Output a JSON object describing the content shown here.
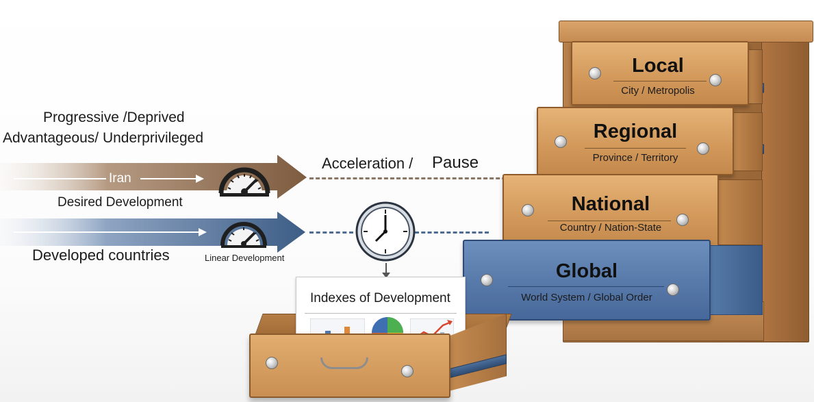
{
  "left_labels": {
    "line1": "Progressive /Deprived",
    "line2": "Advantageous/ Underprivileged"
  },
  "arrows": {
    "top": {
      "label": "Iran",
      "caption": "Desired Development",
      "color": "#8a6a50"
    },
    "bottom": {
      "label": "Developed countries",
      "caption": "Linear Development",
      "color": "#3e5e86"
    }
  },
  "center": {
    "acceleration": "Acceleration /",
    "pause": "Pause"
  },
  "indexes": {
    "title": "Indexes of Development"
  },
  "drawers": [
    {
      "title": "Local",
      "subtitle": "City / Metropolis",
      "color": "#d39a5c"
    },
    {
      "title": "Regional",
      "subtitle": "Province / Territory",
      "color": "#d39a5c"
    },
    {
      "title": "National",
      "subtitle": "Country / Nation-State",
      "color": "#d39a5c"
    },
    {
      "title": "Global",
      "subtitle": "World System / Global Order",
      "color": "#5779a9"
    }
  ],
  "icons": {
    "speedometer": "speedometer-icon",
    "clock": "clock-icon",
    "bar_chart": "bar-chart-icon",
    "pie_chart": "pie-chart-icon",
    "trend_chart": "trend-chart-icon"
  }
}
